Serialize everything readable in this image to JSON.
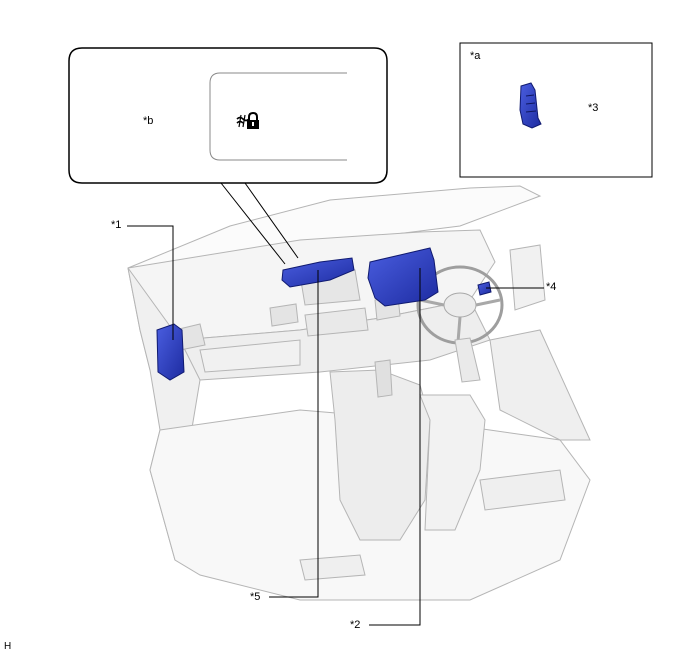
{
  "callouts": {
    "c1": "*1",
    "c2": "*2",
    "c3": "*3",
    "c4": "*4",
    "c5": "*5"
  },
  "insets": {
    "a": "*a",
    "b": "*b"
  },
  "corner_code": "H",
  "icons": {
    "indicator": "security-lock-indicator-icon"
  },
  "colors": {
    "component_blue": "#2b3fc4",
    "component_blue_dark": "#17238a",
    "outline": "#000000",
    "car_interior": "#f4f4f4",
    "car_edge": "#b8b8b8"
  }
}
